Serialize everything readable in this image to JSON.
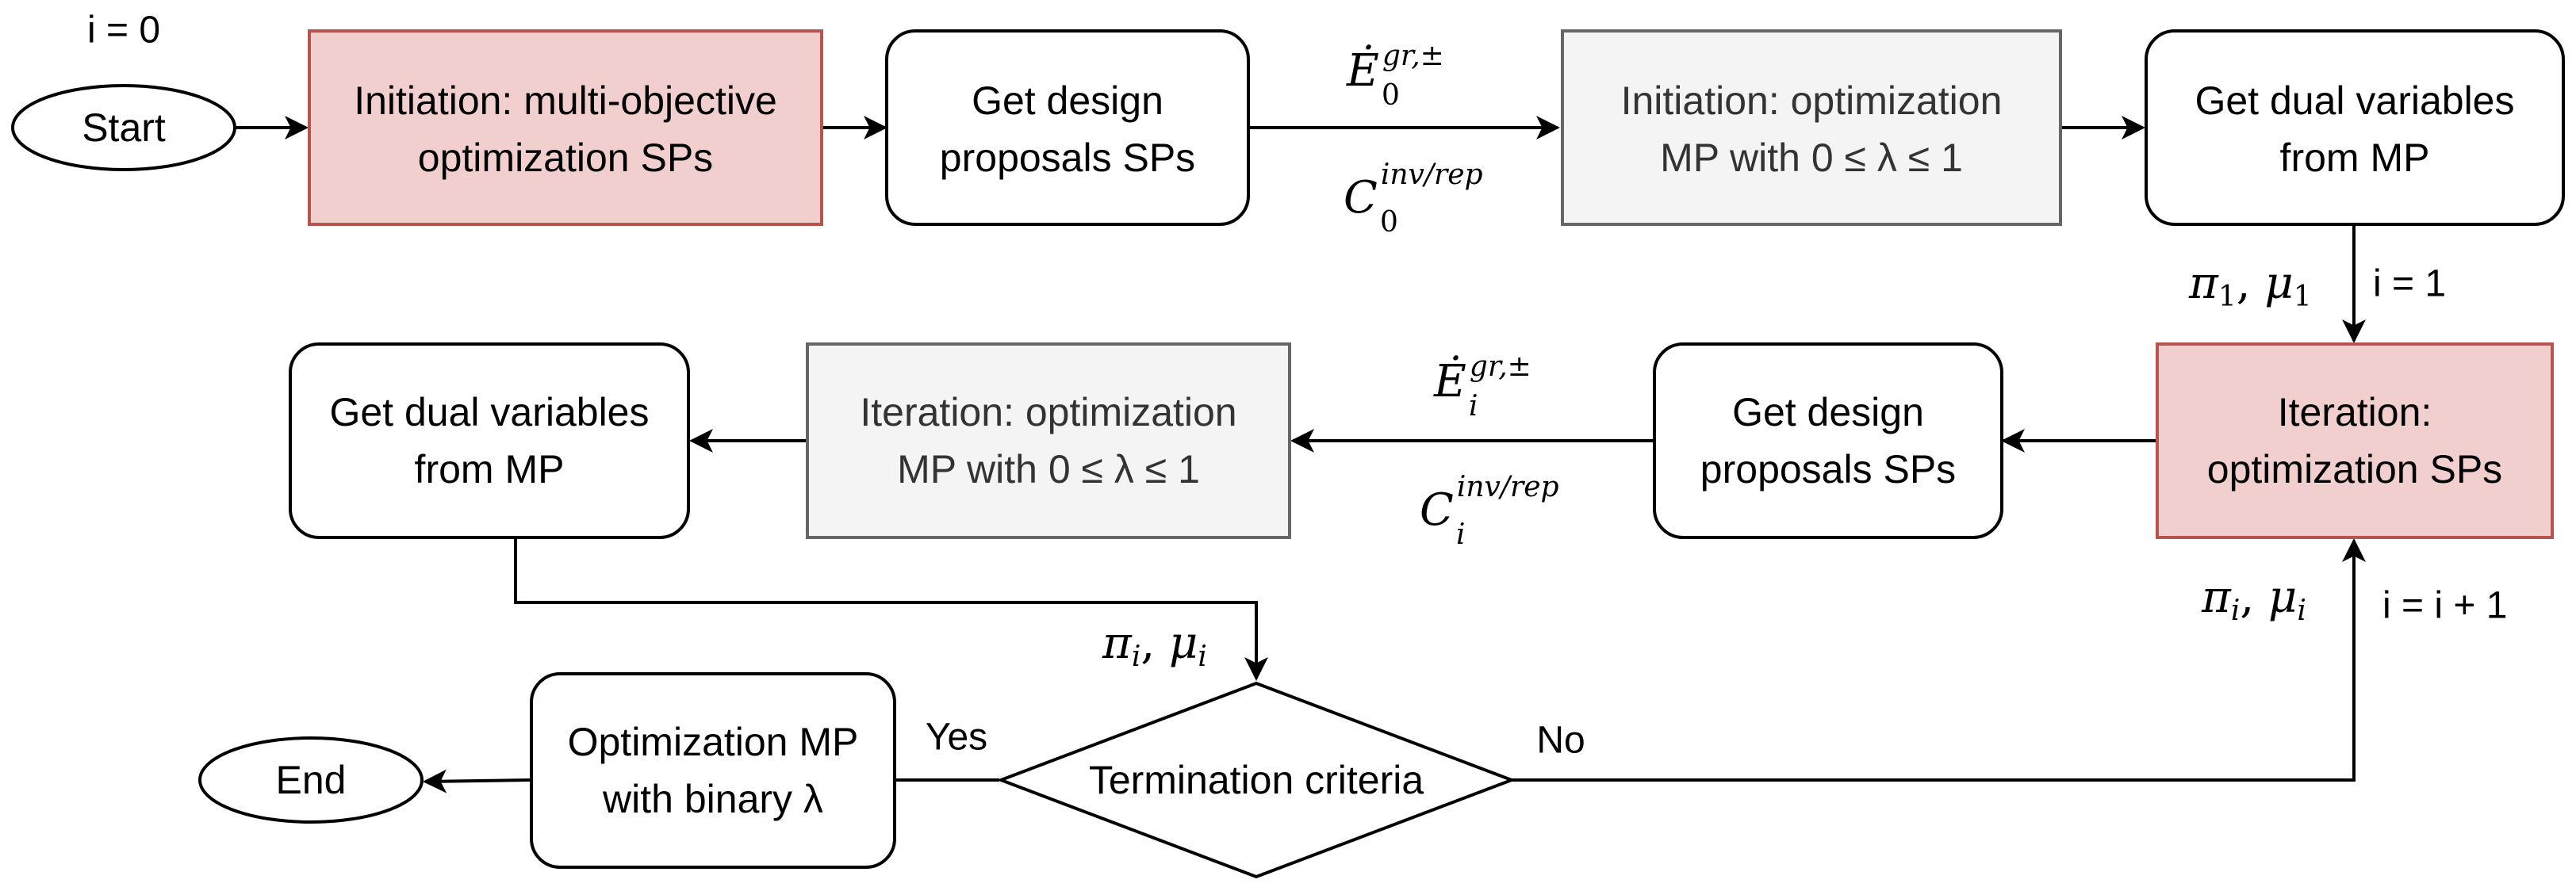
{
  "labels": {
    "i_zero": "i = 0",
    "i_one": "i = 1",
    "i_increment": "i = i + 1",
    "yes": "Yes",
    "no": "No"
  },
  "nodes": {
    "start": {
      "text": "Start"
    },
    "init_multi_objective": {
      "line1": "Initiation: multi-objective",
      "line2": "optimization SPs"
    },
    "get_design_proposals_top": {
      "line1": "Get design",
      "line2": "proposals SPs"
    },
    "init_optimization_mp": {
      "line1": "Initiation: optimization",
      "line2": "MP with 0 ≤ λ ≤ 1"
    },
    "get_dual_variables_top": {
      "line1": "Get dual variables",
      "line2": "from MP"
    },
    "iteration_optimization_sps": {
      "line1": "Iteration:",
      "line2": "optimization SPs"
    },
    "get_design_proposals_mid": {
      "line1": "Get design",
      "line2": "proposals SPs"
    },
    "iteration_optimization_mp": {
      "line1": "Iteration: optimization",
      "line2": "MP with 0 ≤ λ ≤ 1"
    },
    "get_dual_variables_mid": {
      "line1": "Get dual variables",
      "line2": "from MP"
    },
    "termination_criteria": {
      "text": "Termination criteria"
    },
    "optimization_mp_binary": {
      "line1": "Optimization MP",
      "line2": "with binary λ"
    },
    "end": {
      "text": "End"
    }
  },
  "math": {
    "e_top": {
      "base": "Ė",
      "sup": "gr,±",
      "sub": "0"
    },
    "c_top": {
      "base": "C",
      "sup": "inv/rep",
      "sub": "0"
    },
    "e_mid": {
      "base": "Ė",
      "sup": "gr,±",
      "sub": "i"
    },
    "c_mid": {
      "base": "C",
      "sup": "inv/rep",
      "sub": "i"
    },
    "dual_one": {
      "pi": "π",
      "pi_sub": "1",
      "sep": ", ",
      "mu": "μ",
      "mu_sub": "1"
    },
    "dual_i_right": {
      "pi": "π",
      "pi_sub": "i",
      "sep": ", ",
      "mu": "μ",
      "mu_sub": "i"
    },
    "dual_i_mid": {
      "pi": "π",
      "pi_sub": "i",
      "sep": ", ",
      "mu": "μ",
      "mu_sub": "i"
    }
  },
  "colors": {
    "highlight_fill": "#f2cfcf",
    "highlight_stroke": "#b85450",
    "gray_fill": "#f4f4f4",
    "gray_stroke": "#666666",
    "default_fill": "#ffffff",
    "default_stroke": "#000000"
  }
}
